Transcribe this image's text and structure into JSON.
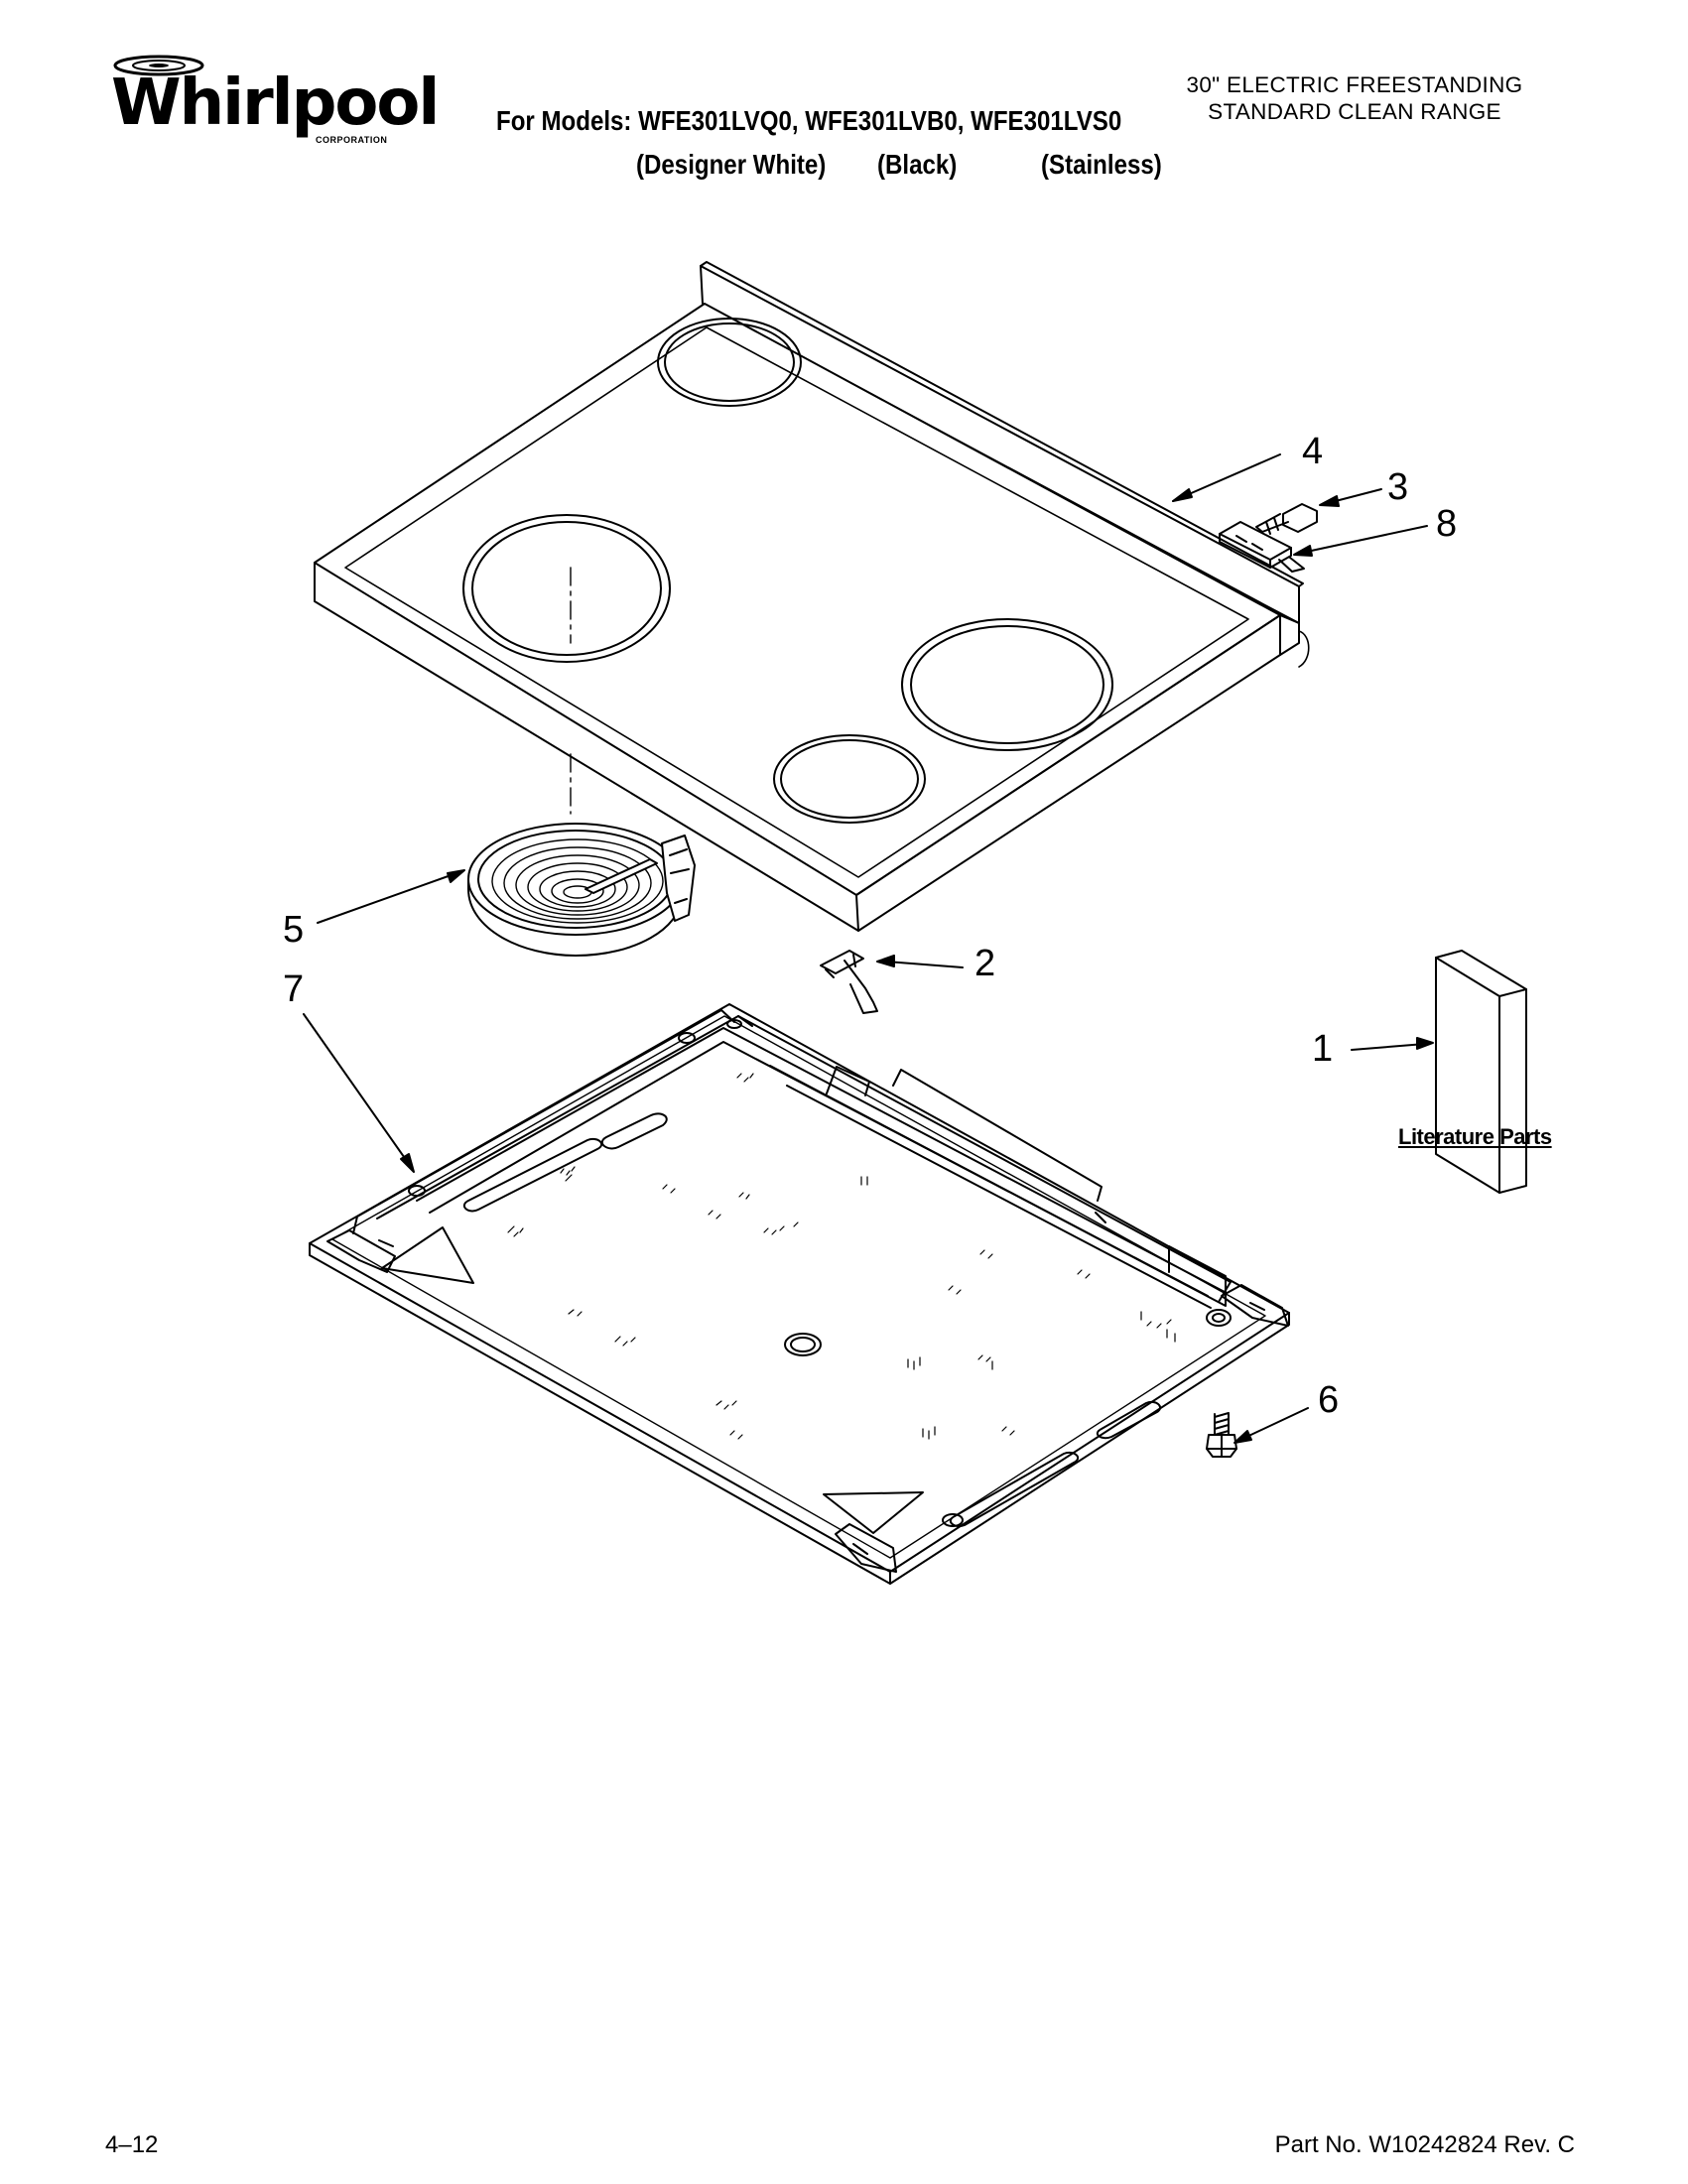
{
  "header": {
    "brand": "Whirlpool",
    "brand_sub": "CORPORATION",
    "models_line": "For Models: WFE301LVQ0, WFE301LVB0, WFE301LVS0",
    "finishes": [
      "(Designer White)",
      "(Black)",
      "(Stainless)"
    ],
    "product_line1": "30\" ELECTRIC FREESTANDING",
    "product_line2": "STANDARD CLEAN RANGE"
  },
  "callouts": {
    "c1": "1",
    "c2": "2",
    "c3": "3",
    "c4": "4",
    "c5": "5",
    "c6": "6",
    "c7": "7",
    "c8": "8"
  },
  "literature_label": "Literature Parts",
  "footer": {
    "page": "4–12",
    "part_no": "Part No. W10242824 Rev. C"
  },
  "colors": {
    "ink": "#000000",
    "paper": "#ffffff"
  }
}
